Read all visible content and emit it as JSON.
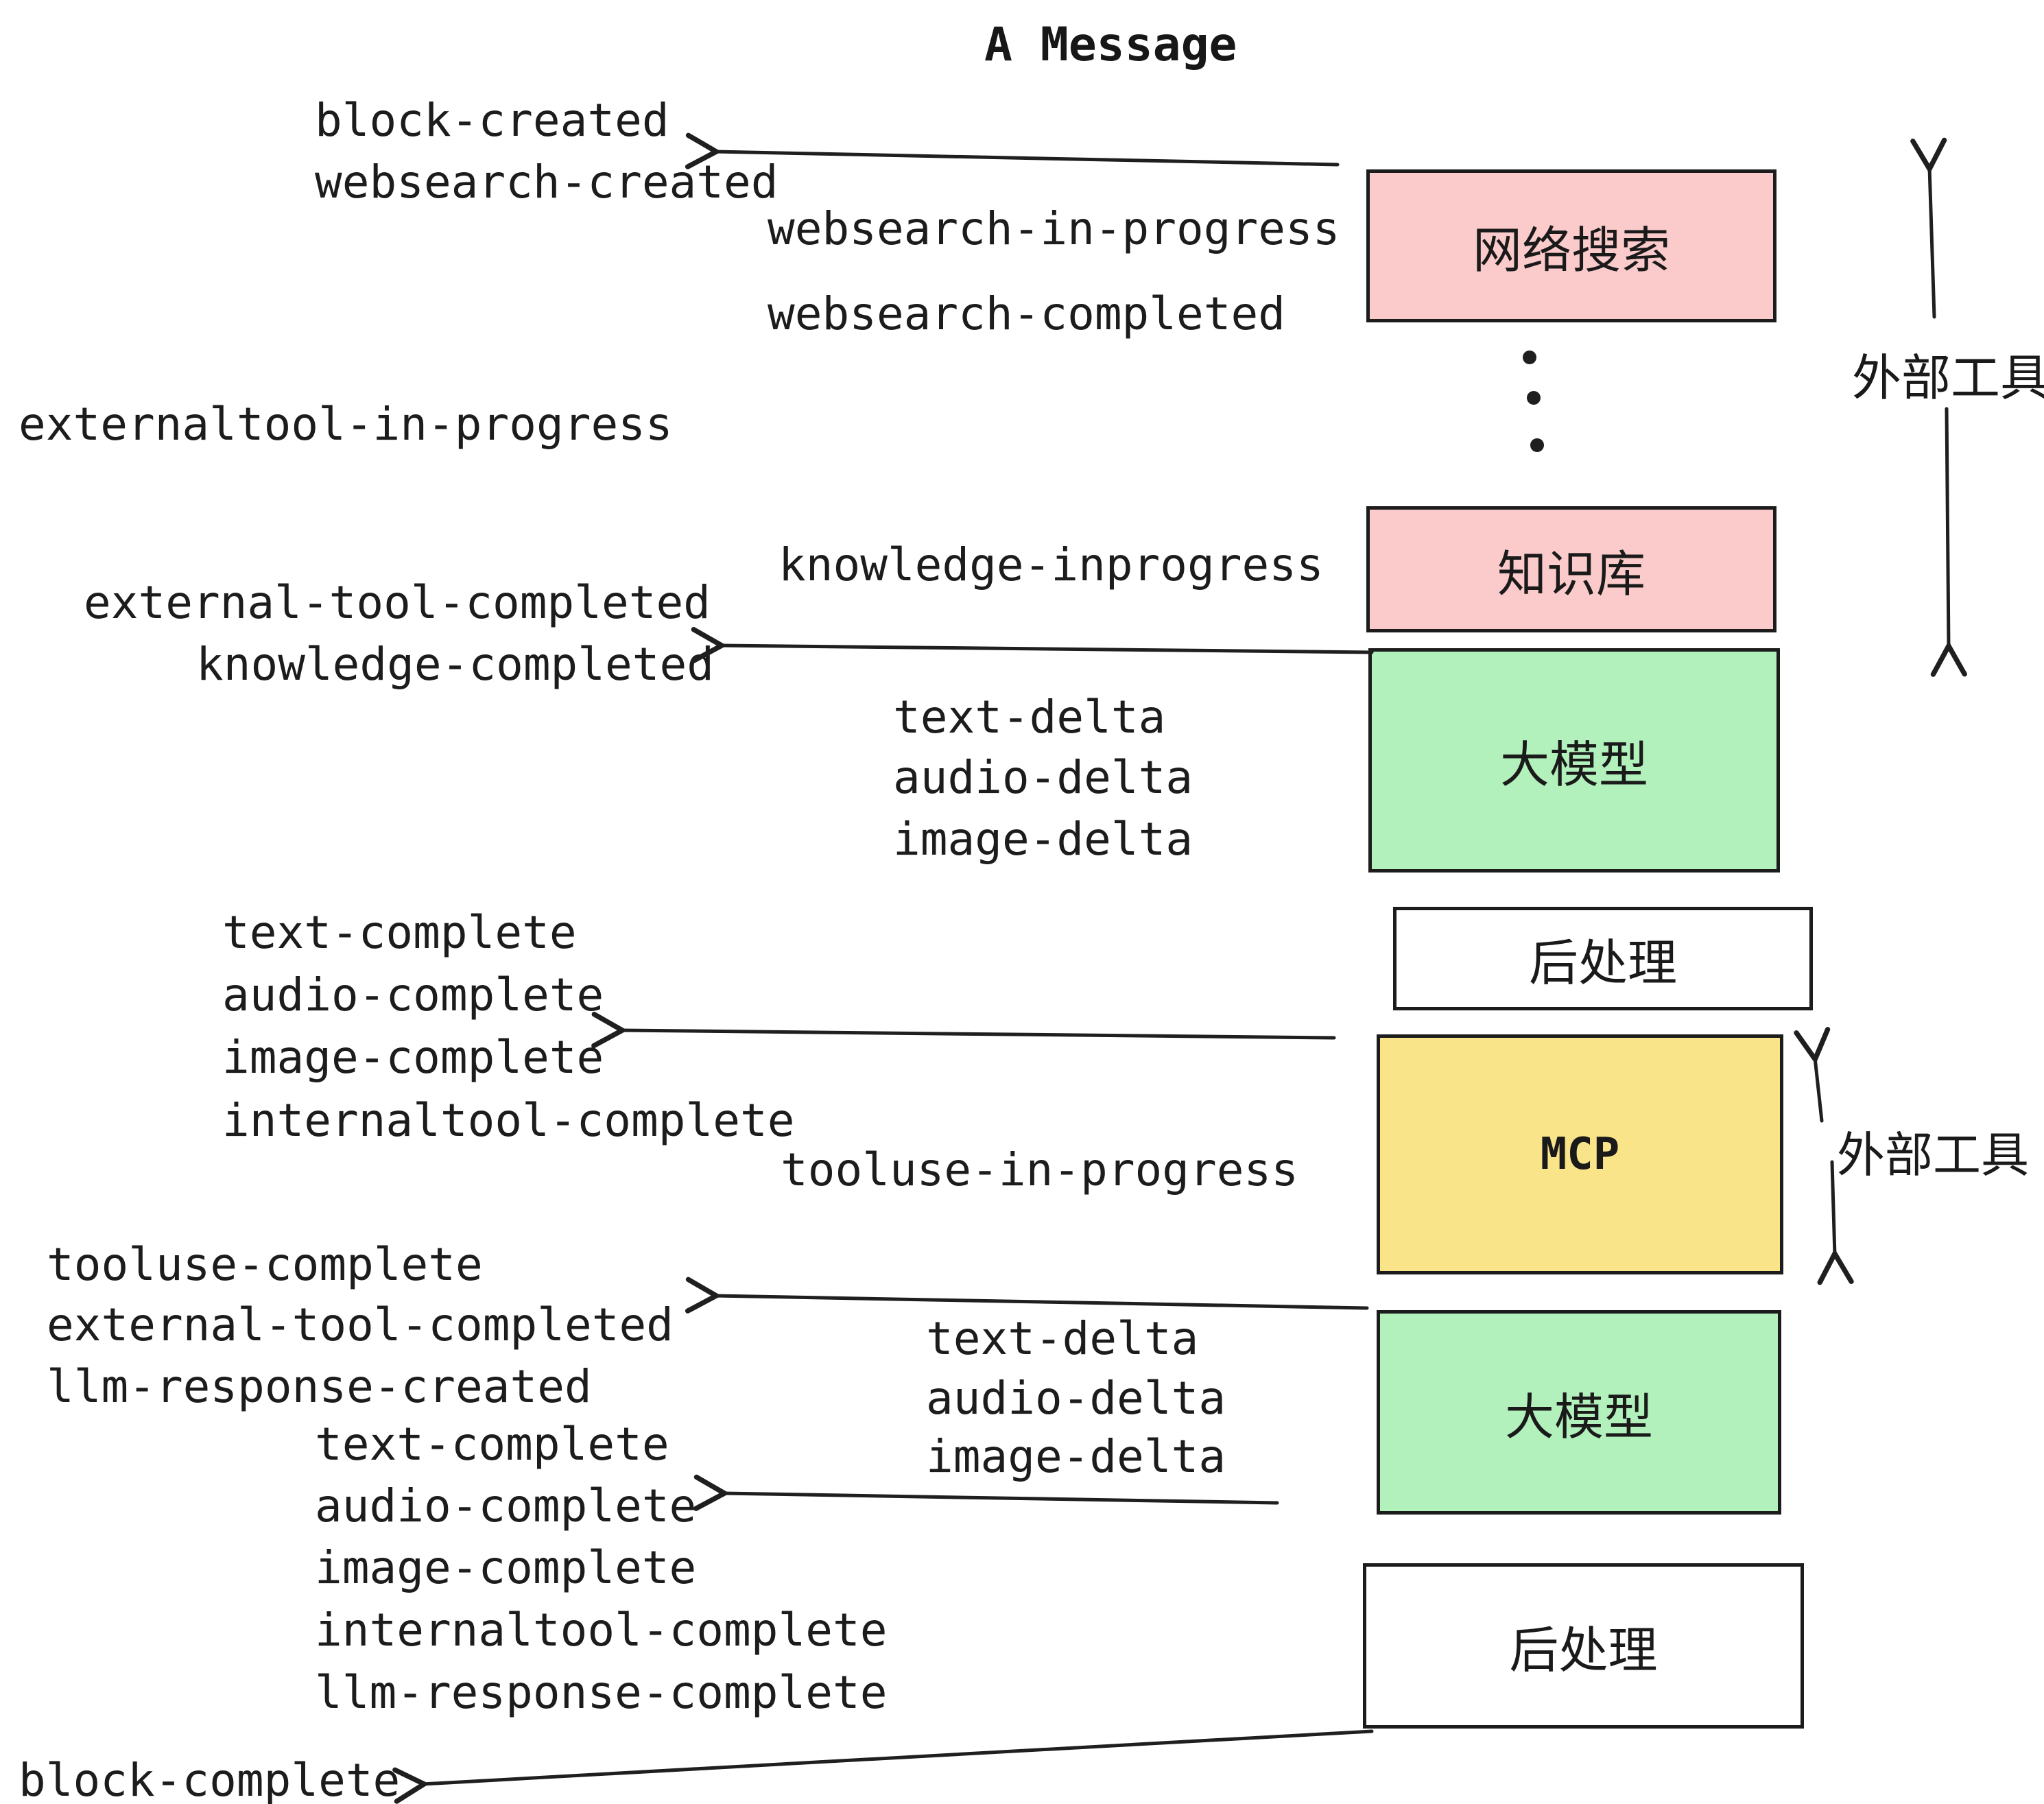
{
  "title": "A Message",
  "colors": {
    "ink": "#1c1c1c",
    "box_pink": "#fbcaca",
    "box_green": "#b2f0bc",
    "box_yellow": "#fae489",
    "box_white": "#ffffff",
    "background": "#ffffff"
  },
  "events": [
    "block-created",
    "websearch-created",
    "websearch-in-progress",
    "websearch-completed",
    "externaltool-in-progress",
    "knowledge-inprogress",
    "external-tool-completed",
    "knowledge-completed",
    "text-delta",
    "audio-delta",
    "image-delta",
    "text-complete",
    "audio-complete",
    "image-complete",
    "internaltool-complete",
    "tooluse-in-progress",
    "tooluse-complete",
    "external-tool-completed",
    "llm-response-created",
    "text-delta",
    "audio-delta",
    "image-delta",
    "text-complete",
    "audio-complete",
    "image-complete",
    "internaltool-complete",
    "llm-response-complete",
    "block-complete"
  ],
  "boxes": {
    "websearch": "网络搜索",
    "knowledge": "知识库",
    "llm1": "大模型",
    "post1": "后处理",
    "mcp": "MCP",
    "llm2": "大模型",
    "post2": "后处理"
  },
  "annotations": {
    "external_tools_top": "外部工具",
    "external_tools_bottom": "外部工具"
  }
}
